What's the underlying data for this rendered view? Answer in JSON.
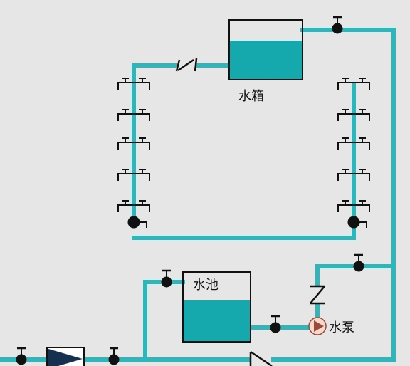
{
  "labels": {
    "tank": "水箱",
    "pool": "水池",
    "pump": "水泵"
  },
  "colors": {
    "pipe": "#2bb7bb",
    "water": "#15a8ad",
    "line": "#111111",
    "background": "#e6e6e6",
    "pump_fill": "#f7d9cc",
    "pump_stroke": "#9a4a3a",
    "booster_fill": "#16314f"
  }
}
